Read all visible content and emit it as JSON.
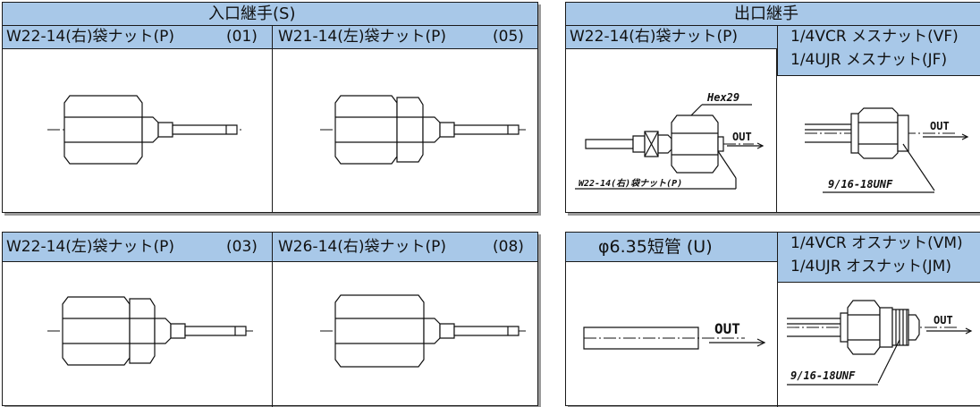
{
  "inlet": {
    "title": "入口継手(S)",
    "top_left": {
      "label": "W22-14(右)袋ナット(P)",
      "code": "(01)"
    },
    "top_right": {
      "label": "W21-14(左)袋ナット(P)",
      "code": "(05)"
    },
    "bottom_left": {
      "label": "W22-14(左)袋ナット(P)",
      "code": "(03)"
    },
    "bottom_right": {
      "label": "W26-14(右)袋ナット(P)",
      "code": "(08)"
    }
  },
  "outlet": {
    "title": "出口継手",
    "top_left": {
      "label": "W22-14(右)袋ナット(P)",
      "hex": "Hex29",
      "out": "OUT",
      "note": "W22-14(右)袋ナット(P)"
    },
    "top_right": {
      "line1": "1/4VCR メスナット(VF)",
      "line2": "1/4UJR メスナット(JF)",
      "out": "OUT",
      "thread": "9/16-18UNF"
    },
    "bottom_left": {
      "label": "φ6.35短管 (U)",
      "out": "OUT"
    },
    "bottom_right": {
      "line1": "1/4VCR オスナット(VM)",
      "line2": "1/4UJR オスナット(JM)",
      "out": "OUT",
      "thread": "9/16-18UNF"
    }
  },
  "colors": {
    "header": "#a8c8e8",
    "border": "#1a1a1a",
    "shadow": "#9a9a9a"
  }
}
